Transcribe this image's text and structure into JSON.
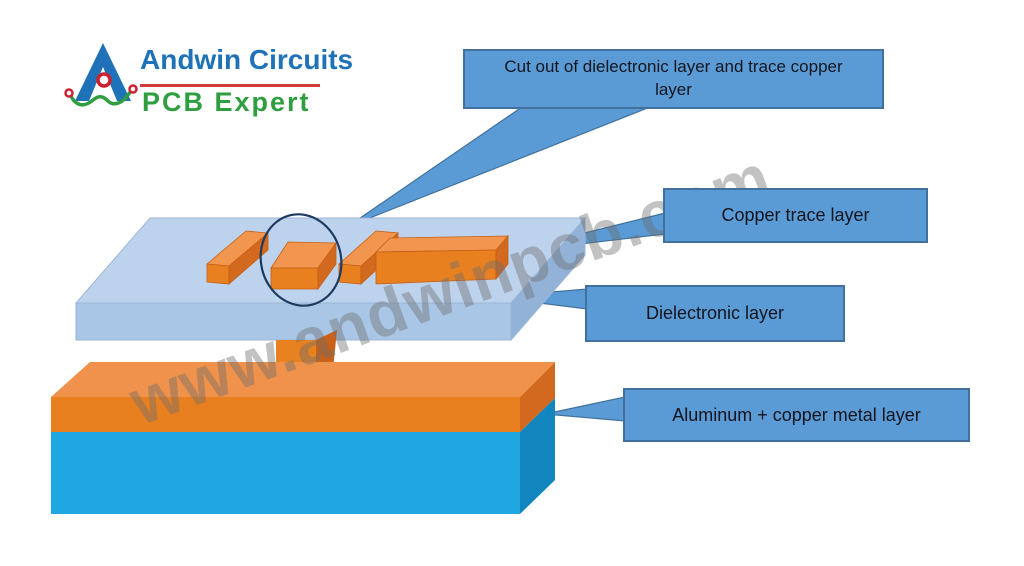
{
  "logo": {
    "brand": "Andwin Circuits",
    "tagline": "PCB Expert"
  },
  "watermark": {
    "text": "www.andwinpcb.com"
  },
  "callouts": [
    {
      "id": "cutout",
      "label": "Cut out of dielectronic layer and trace copper layer"
    },
    {
      "id": "copper",
      "label": "Copper trace layer"
    },
    {
      "id": "dielectric",
      "label": "Dielectronic layer"
    },
    {
      "id": "aluminum",
      "label": "Aluminum + copper metal layer"
    }
  ],
  "diagram": {
    "layers": [
      "copper-trace-layer",
      "dielectronic-layer",
      "aluminum-copper-metal-layer"
    ],
    "highlight": "ellipse around cut-out copper pad and via post"
  },
  "colors": {
    "callout_fill": "#5b9bd5",
    "callout_border": "#41719c",
    "callout_text": "#15151f",
    "copper_top": "#f2964f",
    "copper_front": "#e8801f",
    "copper_side": "#d2691e",
    "copper_side_dark": "#c9611a",
    "dielectric_top": "#bdd3ed",
    "dielectric_front": "#a9c6e6",
    "dielectric_side": "#92b2d8",
    "aluminum_front": "#1ea7e0",
    "aluminum_side": "#1186be",
    "ellipse_stroke": "#1f3a60",
    "logo_blue": "#1f72b8",
    "logo_green": "#2f9e41",
    "logo_red": "#cf2030",
    "watermark_gray": "#6e6e6e"
  }
}
